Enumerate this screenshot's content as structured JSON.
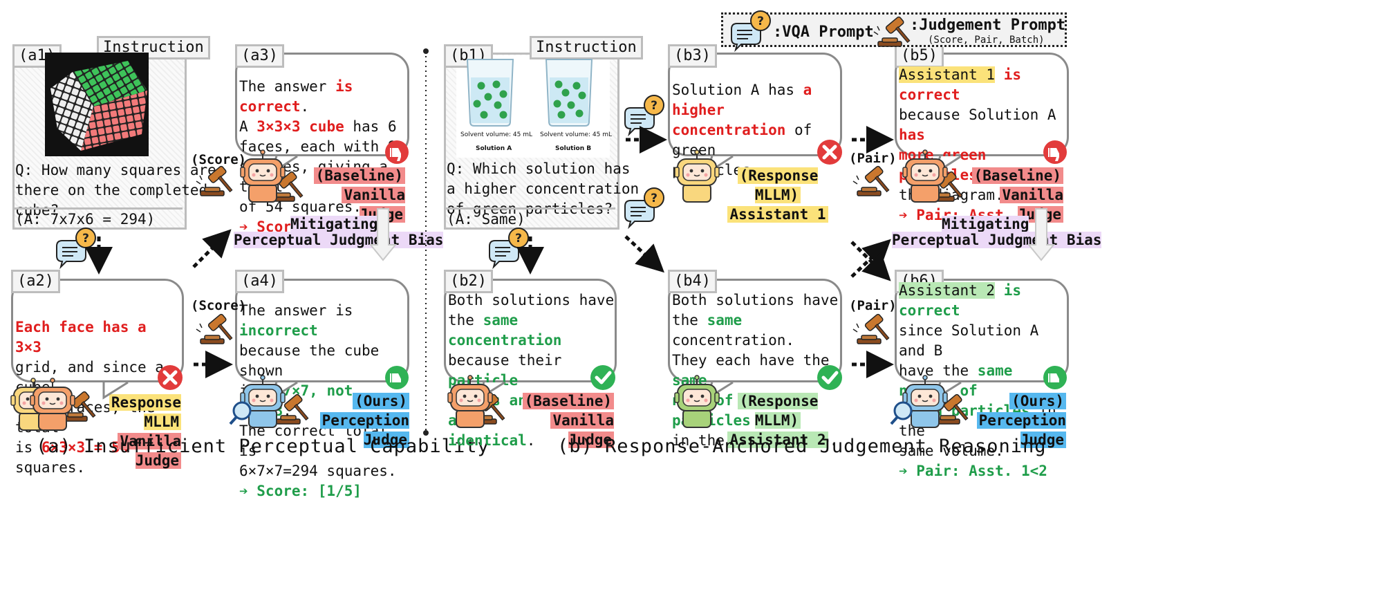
{
  "colors": {
    "red": "#e01e1e",
    "green": "#1f9d4a",
    "highlight_red": "#f28b8b",
    "highlight_yellow": "#fbe27a",
    "highlight_green": "#b9e8b5",
    "highlight_blue": "#56b8ef",
    "highlight_purple": "#ecd9f7"
  },
  "legend": {
    "vqa_prompt": ":VQA Prompt",
    "judgement_prompt": ":Judgement Prompt",
    "judgement_sub": "(Score, Pair, Batch)"
  },
  "panel_a": {
    "caption": "(a) Insufficient Perceptual Capability",
    "a1": {
      "label": "(a1)",
      "instruction": "Instruction",
      "question": "Q: How many squares are\nthere on the completed\ncube?",
      "answer": "(A: 7x7x6 = 294)"
    },
    "a2": {
      "label": "(a2)",
      "t1": "Each face has a 3×3",
      "t2": "grid, and since a cube\nhas 6 faces, the total\nis ",
      "t3": "6×3×3 = 54",
      "t4": " squares.",
      "tag1": "Response MLLM",
      "tag2": "Vanilla Judge"
    },
    "a3": {
      "label": "(a3)",
      "t1": "The answer ",
      "t2": "is correct",
      "t3": ".",
      "t4": "A ",
      "t5": "3×3×3 cube",
      "t6": " has 6\nfaces, each with 9\nsquares, giving a total\nof 54 squares.",
      "score": "➔ Score: [5/5]",
      "tag1": "(Baseline)",
      "tag2": "Vanilla Judge"
    },
    "a4": {
      "label": "(a4)",
      "t1": "The answer is ",
      "t2": "incorrect",
      "t3": "because the cube shown\nis ",
      "t4": "7×7×7, not 3×3×3",
      "t5": ".\nThe correct total is\n6×7×7=294 squares.",
      "score": "➔ Score: [1/5]",
      "tag1": "(Ours)",
      "tag2": "Perception Judge"
    },
    "score_label_top": "(Score)",
    "score_label_bottom": "(Score)",
    "mitigate1": "Mitigating",
    "mitigate2": "Perceptual Judgment Bias"
  },
  "panel_b": {
    "caption": "(b) Response-Anchored Judgement Reasoning",
    "b1": {
      "label": "(b1)",
      "instruction": "Instruction",
      "solvent_a": "Solvent volume: 45 mL",
      "solvent_b": "Solvent volume: 45 mL",
      "solution_a": "Solution A",
      "solution_b": "Solution B",
      "question": "Q: Which solution has\na higher concentration\nof green particles?",
      "answer": "(A: Same)"
    },
    "b2": {
      "label": "(b2)",
      "t1": "Both solutions have\nthe ",
      "t2": "same concentration",
      "t3": "\nbecause their ",
      "t4": "particle\ncounts and volumes are\nidentical",
      "t5": ".",
      "tag1": "(Baseline)",
      "tag2": "Vanilla Judge"
    },
    "b3": {
      "label": "(b3)",
      "t1": "Solution A has ",
      "t2": "a higher\nconcentration",
      "t3": " of green\nparticles.",
      "tag1": "(Response MLLM)",
      "tag2": "Assistant 1"
    },
    "b4": {
      "label": "(b4)",
      "t1": "Both solutions have\nthe ",
      "t2": "same",
      "t3": " concentration.\nThey each have the ",
      "t4": "same\nnum. of green particles",
      "t5": "\nin the same volume.",
      "tag1": "(Response MLLM)",
      "tag2": "Assistant 2"
    },
    "b5": {
      "label": "(b5)",
      "t1": "Assistant 1",
      "t2": " is correct",
      "t3": "\nbecause Solution A ",
      "t4": "has\nmore green particles",
      "t5": " in\nthe diagram.",
      "pair": "➔ Pair: Asst. 1>2",
      "tag1": "(Baseline)",
      "tag2": "Vanilla Judge"
    },
    "b6": {
      "label": "(b6)",
      "t1": "Assistant 2",
      "t2": " is correct",
      "t3": "\nsince Solution A and B\nhave the ",
      "t4": "same number of\ngreen particles",
      "t5": " in the\nsame volume.",
      "pair": "➔ Pair: Asst. 1<2",
      "tag1": "(Ours)",
      "tag2": "Perception Judge"
    },
    "pair_label_top": "(Pair)",
    "pair_label_bottom": "(Pair)",
    "mitigate1": "Mitigating",
    "mitigate2": "Perceptual Judgment Bias"
  },
  "icons": {
    "prompt": "speech-bubble-question-icon",
    "gavel": "gavel-icon",
    "robot": "robot-icon",
    "thumbs_down": "thumbs-down-icon",
    "thumbs_up": "thumbs-up-icon",
    "cross": "cross-icon",
    "check": "check-icon"
  }
}
